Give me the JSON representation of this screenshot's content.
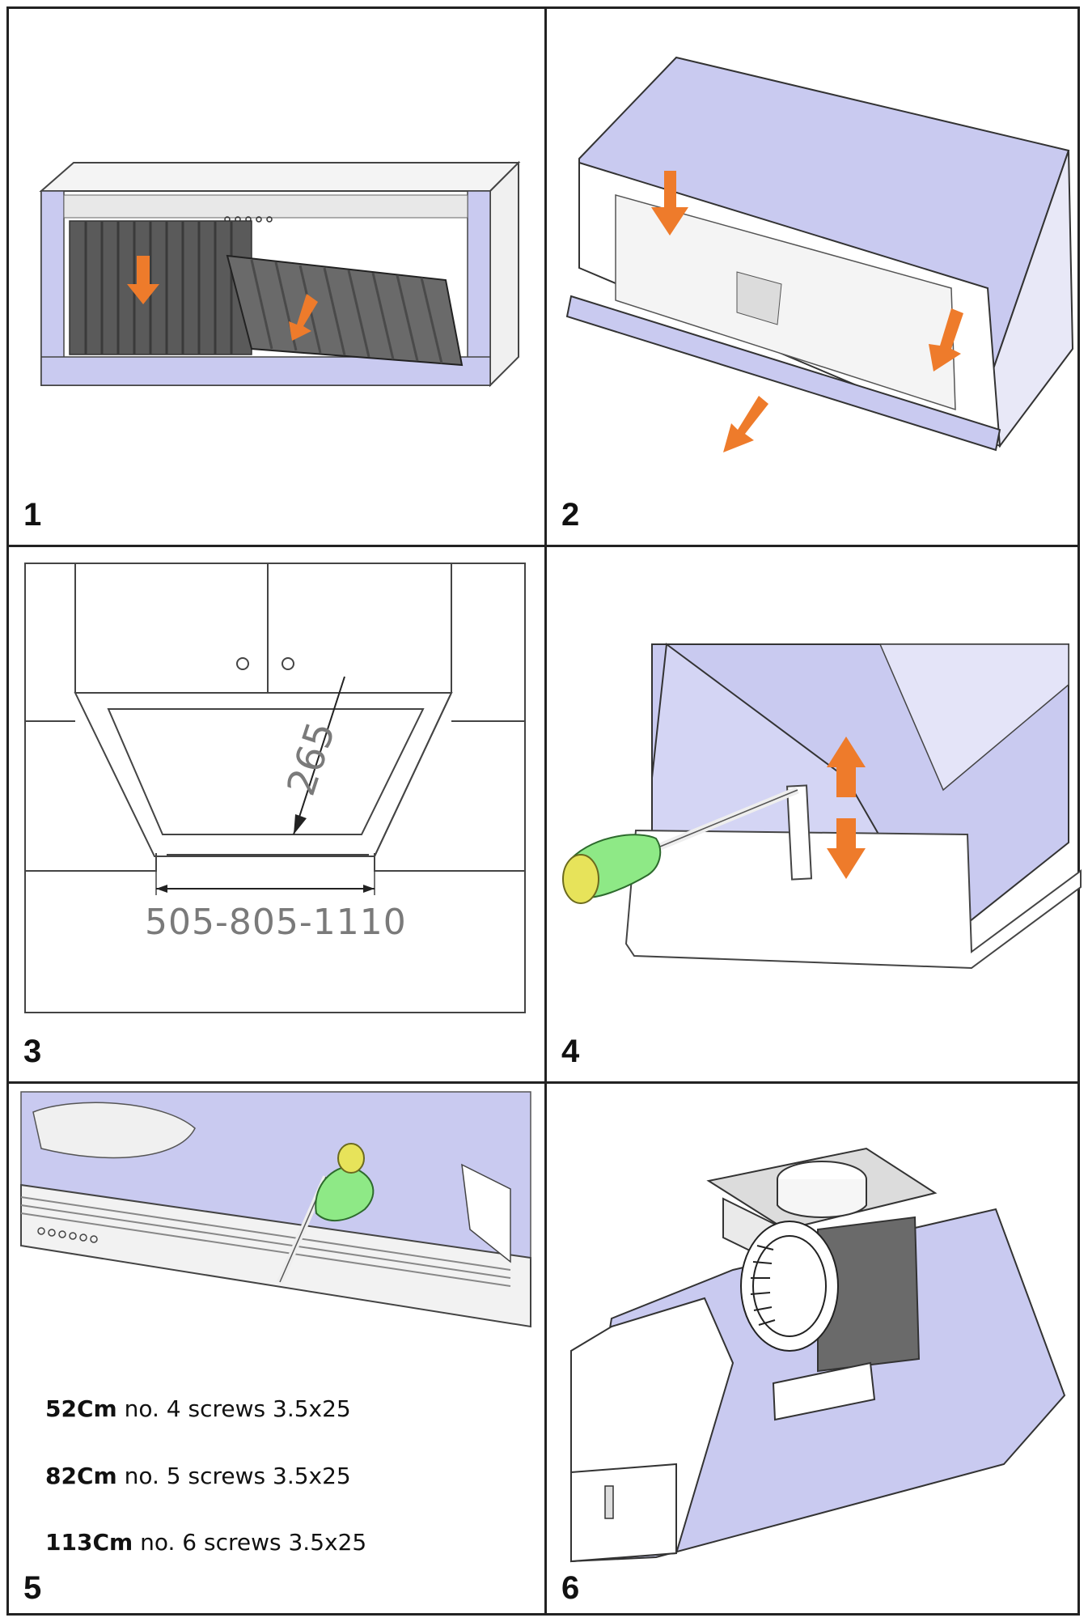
{
  "steps": [
    {
      "number": "1"
    },
    {
      "number": "2"
    },
    {
      "number": "3",
      "dimensions": {
        "depth": "265",
        "widths": "505-805-1110"
      }
    },
    {
      "number": "4"
    },
    {
      "number": "5",
      "screw_specs": [
        {
          "size": "52Cm",
          "text": "no. 4 screws 3.5x25"
        },
        {
          "size": "82Cm",
          "text": "no. 5 screws 3.5x25"
        },
        {
          "size": "113Cm",
          "text": "no. 6 screws 3.5x25"
        }
      ]
    },
    {
      "number": "6"
    }
  ],
  "colors": {
    "arrow": "#ee7b2b",
    "body": "#c9caf0",
    "screwdriver_handle": "#8ee986",
    "screwdriver_cap": "#e7e35a",
    "filter": "#5a5a5a"
  },
  "icons": [
    "arrow-down-icon",
    "arrow-up-icon",
    "screwdriver-icon"
  ]
}
